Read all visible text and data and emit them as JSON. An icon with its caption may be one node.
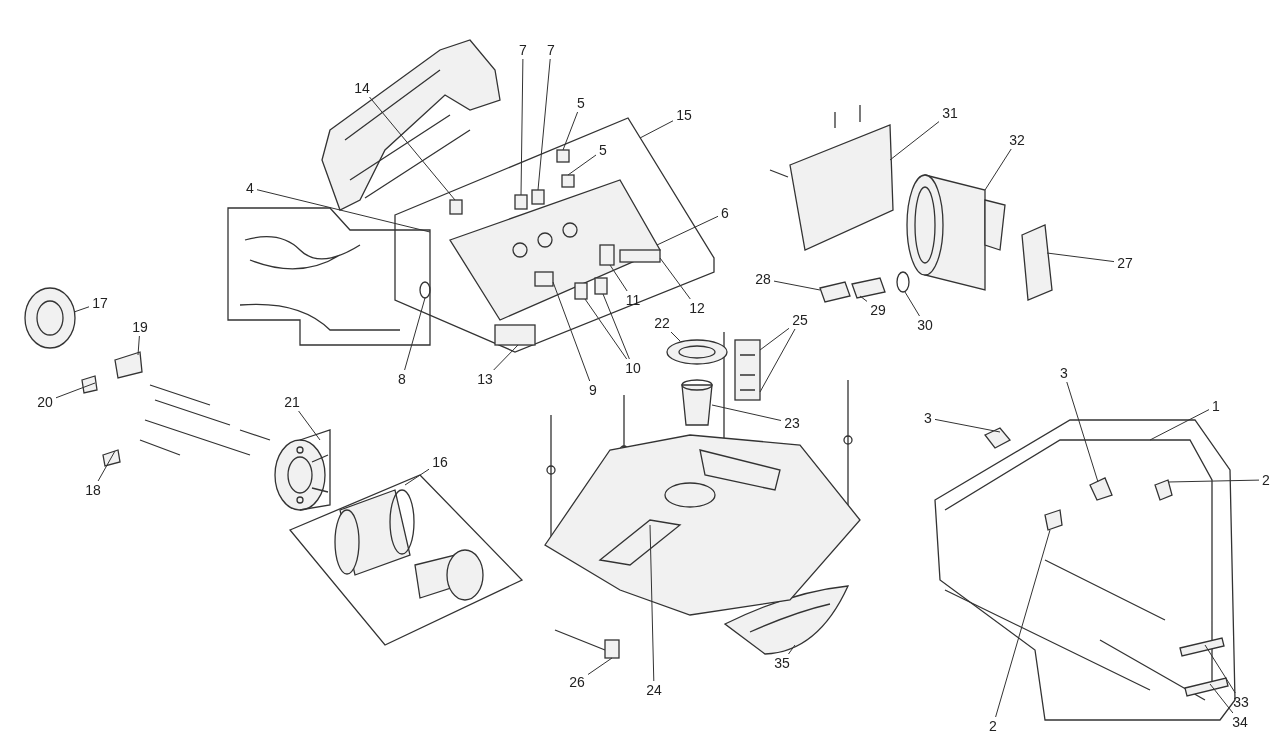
{
  "diagram": {
    "nodes": [
      {
        "text": [
          "7"
        ]
      },
      {
        "text": [
          "7"
        ]
      },
      {
        "text": [
          "14"
        ]
      },
      {
        "text": [
          "5"
        ]
      },
      {
        "text": [
          "31"
        ]
      },
      {
        "text": [
          "15"
        ]
      },
      {
        "text": [
          "32"
        ]
      },
      {
        "text": [
          "5"
        ],
        "in": 45
      },
      {
        "text": [
          "4"
        ]
      },
      {
        "text": [
          "6"
        ]
      },
      {
        "text": [
          "27"
        ]
      },
      {
        "text": [
          "28"
        ]
      },
      {
        "text": [
          "11"
        ],
        "in": 45
      },
      {
        "text": [
          "29"
        ]
      },
      {
        "text": [
          "30"
        ]
      },
      {
        "text": [
          "12"
        ]
      },
      {
        "text": [
          "17"
        ]
      },
      {
        "text": [
          "25"
        ]
      },
      {
        "text": [
          "22"
        ]
      },
      {
        "text": [
          "19"
        ]
      },
      {
        "text": [
          "8"
        ]
      },
      {
        "text": [
          "13"
        ]
      },
      {
        "text": [
          "9"
        ]
      },
      {
        "text": [
          "10"
        ]
      },
      {
        "text": [
          "21"
        ]
      },
      {
        "text": [
          "20"
        ]
      },
      {
        "text": [
          "3"
        ]
      },
      {
        "text": [
          "3"
        ]
      },
      {
        "text": [
          "1"
        ]
      },
      {
        "text": [
          "23"
        ]
      },
      {
        "text": [
          "18"
        ]
      },
      {
        "text": [
          "16"
        ]
      },
      {
        "text": [
          "2"
        ]
      },
      {
        "text": [
          "35"
        ]
      },
      {
        "text": [
          "26"
        ]
      },
      {
        "text": [
          "24"
        ]
      },
      {
        "text": [
          "33"
        ]
      },
      {
        "text": [
          "34"
        ]
      },
      {
        "text": [
          "2"
        ]
      },
      {
        "text": [],
        "shape": "box",
        "in": 45
      },
      {
        "text": [],
        "shape": "box",
        "in": 45
      },
      {
        "text": [],
        "shape": "box",
        "in": 45
      },
      {
        "text": [],
        "shape": "box",
        "in": 45
      },
      {
        "text": [],
        "shape": "box",
        "in": 45
      },
      {
        "text": [],
        "shape": "box"
      },
      {
        "text": [],
        "shape": "box"
      },
      {
        "text": [],
        "shape": "cylinder"
      },
      {
        "text": [],
        "shape": "picture"
      },
      {
        "text": [],
        "shape": "picture",
        "in": 45
      },
      {
        "text": [],
        "shape": "box"
      },
      {
        "text": [],
        "shape": "box"
      },
      {
        "text": [],
        "shape": "box",
        "in": 48
      },
      {
        "text": [],
        "shape": "box"
      },
      {
        "text": [],
        "shape": "circle"
      },
      {
        "text": [],
        "shape": "box",
        "in": 48
      },
      {
        "text": [],
        "shape": "circle"
      },
      {
        "text": [],
        "shape": "picture"
      },
      {
        "text": [],
        "shape": "circle"
      },
      {
        "text": [],
        "shape": "box"
      },
      {
        "text": [],
        "shape": "circle"
      },
      {
        "text": [],
        "shape": "box",
        "in": 45
      },
      {
        "text": [],
        "shape": "box",
        "in": 48
      },
      {
        "text": [],
        "shape": "box",
        "in": 48
      },
      {
        "text": [],
        "shape": "box",
        "in": 48
      },
      {
        "text": [],
        "shape": "picture"
      },
      {
        "text": [],
        "shape": "box"
      },
      {
        "text": [],
        "shape": "box",
        "in": 68
      },
      {
        "text": [],
        "shape": "box"
      },
      {
        "text": [],
        "shape": "picture"
      },
      {
        "text": [],
        "shape": "cylinder"
      },
      {
        "text": [],
        "shape": "box"
      },
      {
        "text": [],
        "shape": "box"
      },
      {
        "text": [],
        "shape": "box",
        "in": 68
      },
      {
        "text": [],
        "shape": "picture"
      },
      {
        "text": [],
        "shape": "picture"
      },
      {
        "text": [],
        "shape": "picture"
      },
      {
        "text": [],
        "shape": "box",
        "in": 68
      },
      {
        "text": [],
        "shape": "box",
        "in": 68
      },
      {
        "text": [],
        "shape": "box",
        "in": 68
      }
    ],
    "edges": [
      {
        "from": 0,
        "to": 39,
        "arrow": "none"
      },
      {
        "from": 1,
        "to": 40,
        "arrow": "none"
      },
      {
        "from": 2,
        "to": 41,
        "arrow": "none"
      },
      {
        "from": 3,
        "to": 42,
        "arrow": "none"
      },
      {
        "from": 4,
        "to": 44,
        "arrow": "none"
      },
      {
        "from": 5,
        "to": 45,
        "arrow": "none"
      },
      {
        "from": 6,
        "to": 46,
        "arrow": "none"
      },
      {
        "from": 7,
        "to": 43,
        "arrow": "none"
      },
      {
        "from": 8,
        "to": 47,
        "arrow": "none"
      },
      {
        "from": 9,
        "to": 48,
        "arrow": "none"
      },
      {
        "from": 10,
        "to": 49,
        "arrow": "none"
      },
      {
        "from": 11,
        "to": 50,
        "arrow": "none"
      },
      {
        "from": 12,
        "to": 51,
        "arrow": "none"
      },
      {
        "from": 13,
        "to": 52,
        "arrow": "none"
      },
      {
        "from": 14,
        "to": 53,
        "arrow": "none"
      },
      {
        "from": 15,
        "to": 54,
        "arrow": "none"
      },
      {
        "from": 16,
        "to": 55,
        "arrow": "none"
      },
      {
        "from": 17,
        "to": 56,
        "arrow": "none"
      },
      {
        "from": 17,
        "to": 56,
        "arrow": "none"
      },
      {
        "from": 18,
        "to": 57,
        "arrow": "none"
      },
      {
        "from": 19,
        "to": 58,
        "arrow": "none"
      },
      {
        "from": 20,
        "to": 59,
        "arrow": "none"
      },
      {
        "from": 21,
        "to": 60,
        "arrow": "none"
      },
      {
        "from": 22,
        "to": 61,
        "arrow": "none"
      },
      {
        "from": 23,
        "to": 62,
        "arrow": "none"
      },
      {
        "from": 23,
        "to": 63,
        "arrow": "none"
      },
      {
        "from": 24,
        "to": 64,
        "arrow": "none"
      },
      {
        "from": 25,
        "to": 65,
        "arrow": "none"
      },
      {
        "from": 26,
        "to": 66,
        "arrow": "none"
      },
      {
        "from": 27,
        "to": 67,
        "arrow": "none"
      },
      {
        "from": 28,
        "to": 68,
        "arrow": "none"
      },
      {
        "from": 29,
        "to": 69,
        "arrow": "none"
      },
      {
        "from": 30,
        "to": 70,
        "arrow": "none"
      },
      {
        "from": 31,
        "to": 71,
        "arrow": "none"
      },
      {
        "from": 32,
        "to": 72,
        "arrow": "none"
      },
      {
        "from": 33,
        "to": 73,
        "arrow": "none"
      },
      {
        "from": 34,
        "to": 74,
        "arrow": "none"
      },
      {
        "from": 35,
        "to": 75,
        "arrow": "none"
      },
      {
        "from": 36,
        "to": 76,
        "arrow": "none"
      },
      {
        "from": 37,
        "to": 77,
        "arrow": "none"
      },
      {
        "from": 38,
        "to": 78,
        "arrow": "none"
      }
    ]
  }
}
